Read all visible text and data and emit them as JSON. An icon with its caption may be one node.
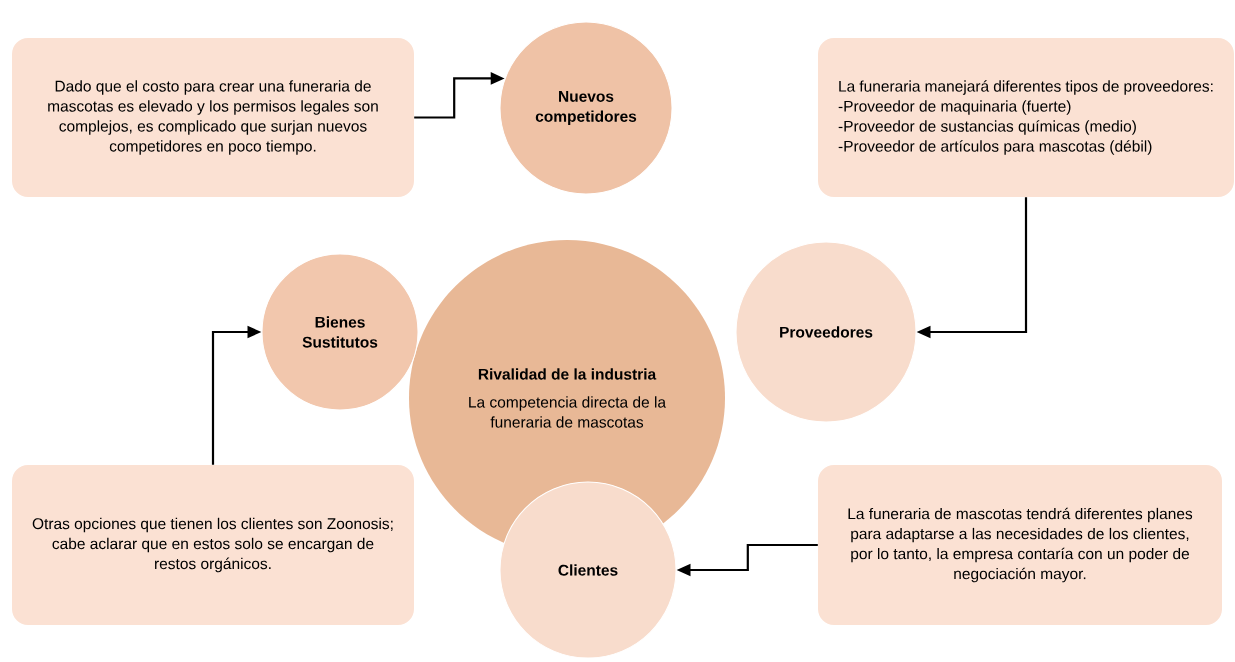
{
  "diagram": {
    "nodes": [
      {
        "text": [
          "Rivalidad de la industria",
          "La competencia directa de la funeraria de mascotas"
        ]
      },
      {
        "text": [
          "Nuevos competidores"
        ]
      },
      {
        "text": [
          "Bienes Sustitutos"
        ]
      },
      {
        "text": [
          "Proveedores"
        ]
      },
      {
        "text": [
          "Clientes"
        ]
      },
      {
        "text": [
          "Dado que el costo para crear una funeraria de mascotas es elevado y los permisos legales son complejos, es complicado que surjan nuevos competidores en poco tiempo."
        ]
      },
      {
        "text": [
          "La funeraria manejará diferentes tipos de proveedores:",
          "-Proveedor de maquinaria (fuerte)",
          "-Proveedor de sustancias químicas (medio)",
          "-Proveedor de artículos para mascotas (débil)"
        ]
      },
      {
        "text": [
          "Otras opciones que tienen los clientes son Zoonosis; cabe aclarar que en estos solo se encargan de restos orgánicos."
        ]
      },
      {
        "text": [
          "La funeraria de mascotas tendrá diferentes planes para adaptarse a las necesidades de los clientes, por lo tanto, la empresa contaría con un poder de negociación mayor."
        ]
      }
    ],
    "edges": [
      {
        "from": 5,
        "to": 1,
        "arrow": "to"
      },
      {
        "from": 6,
        "to": 3,
        "arrow": "to"
      },
      {
        "from": 7,
        "to": 2,
        "arrow": "to"
      },
      {
        "from": 8,
        "to": 4,
        "arrow": "to"
      }
    ]
  }
}
